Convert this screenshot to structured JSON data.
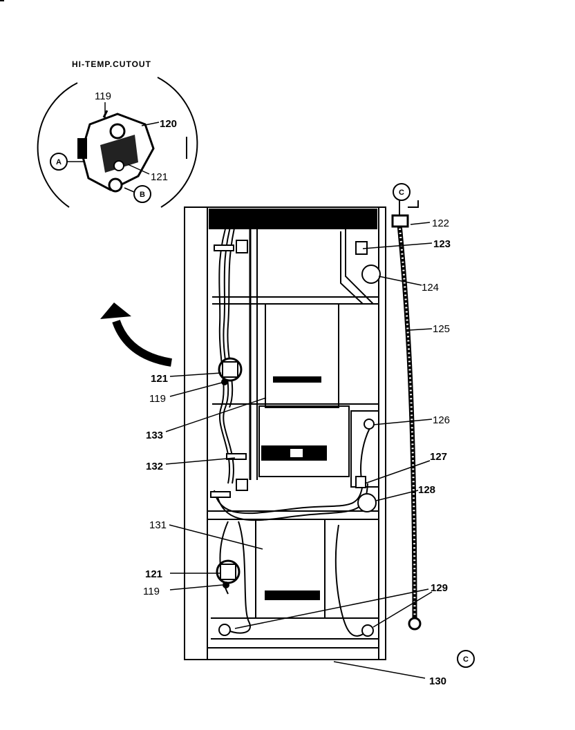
{
  "title": "HI-TEMP.CUTOUT",
  "callouts": {
    "A": "A",
    "B": "B",
    "C_top": "C",
    "C_bottom": "C"
  },
  "labels": {
    "inset_119": "119",
    "inset_120": "120",
    "inset_121": "121",
    "l122": "122",
    "l123": "123",
    "l124": "124",
    "l125": "125",
    "l126": "126",
    "l127": "127",
    "l128": "128",
    "l129": "129",
    "l130": "130",
    "l131": "131",
    "l132": "132",
    "l133": "133",
    "upper_121": "121",
    "upper_119": "119",
    "lower_121": "121",
    "lower_119": "119"
  }
}
